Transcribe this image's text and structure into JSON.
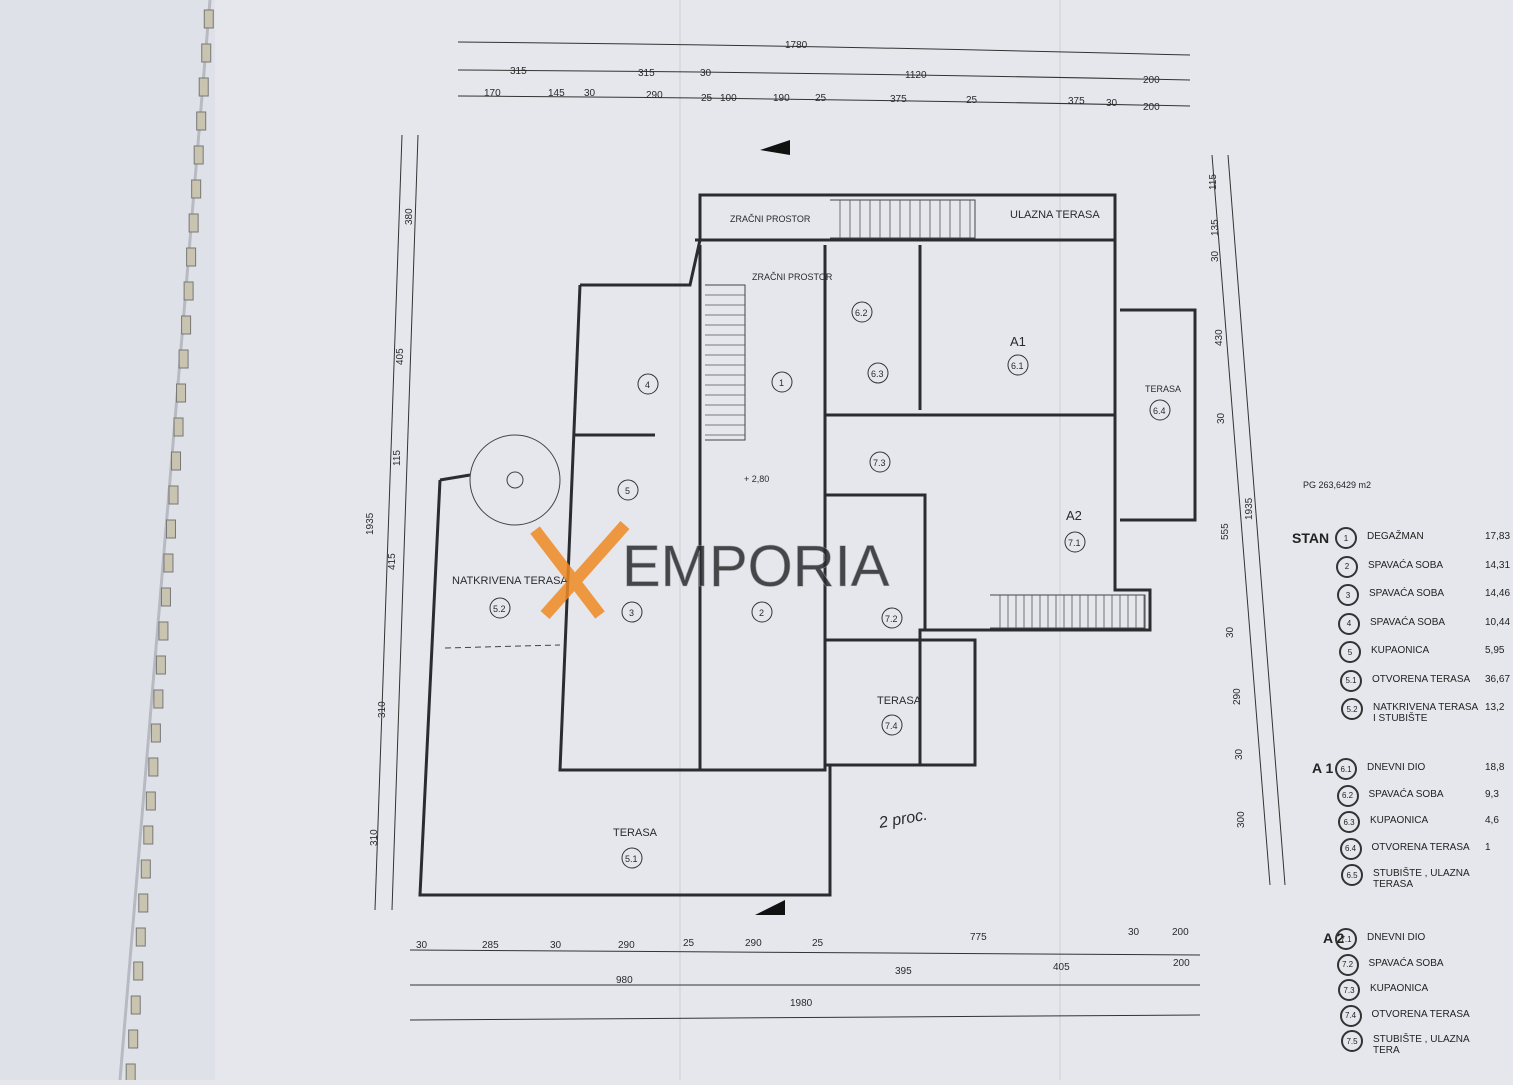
{
  "plan": {
    "dims_top": {
      "overall": "1780",
      "row2": [
        "315",
        "315",
        "30",
        "1120",
        "200"
      ],
      "row3": [
        "170",
        "145",
        "30",
        "290",
        "25",
        "100",
        "190",
        "25",
        "375",
        "25",
        "375",
        "30",
        "200"
      ]
    },
    "dims_bottom": {
      "row1": [
        "30",
        "285",
        "30",
        "290",
        "25",
        "290",
        "25",
        "775",
        "30",
        "200"
      ],
      "row2": [
        "980",
        "395",
        "405",
        "200"
      ],
      "overall": "1980"
    },
    "dims_left": [
      "380",
      "405",
      "115",
      "415",
      "310",
      "310",
      "1935"
    ],
    "dims_right": [
      "115",
      "135",
      "30",
      "430",
      "30",
      "555",
      "30",
      "290",
      "30",
      "300",
      "1935"
    ],
    "labels": {
      "air1": "ZRAČNI PROSTOR",
      "air2": "ZRAČNI PROSTOR",
      "entry": "ULAZNA TERASA",
      "a1": "A1",
      "a2": "A2",
      "terrace_a1": "TERASA",
      "covered": "NATKRIVENA TERASA",
      "terrace_main": "TERASA",
      "terrace_a2": "TERASA",
      "level": "+ 2,80",
      "pg": "PG 263,6429 m2",
      "hand": "2 proc."
    },
    "rooms": [
      "1",
      "2",
      "3",
      "4",
      "5",
      "5.1",
      "5.2",
      "6.1",
      "6.2",
      "6.3",
      "6.4",
      "7.1",
      "7.2",
      "7.3",
      "7.4"
    ]
  },
  "legend": {
    "stan": {
      "title": "STAN",
      "items": [
        {
          "no": "1",
          "name": "DEGAŽMAN",
          "area": "17,83"
        },
        {
          "no": "2",
          "name": "SPAVAĆA SOBA",
          "area": "14,31"
        },
        {
          "no": "3",
          "name": "SPAVAĆA SOBA",
          "area": "14,46"
        },
        {
          "no": "4",
          "name": "SPAVAĆA SOBA",
          "area": "10,44"
        },
        {
          "no": "5",
          "name": "KUPAONICA",
          "area": "5,95"
        },
        {
          "no": "5.1",
          "name": "OTVORENA TERASA",
          "area": "36,67"
        },
        {
          "no": "5.2",
          "name": "NATKRIVENA TERASA I STUBIŠTE",
          "area": "13,2"
        }
      ]
    },
    "a1": {
      "title": "A 1",
      "items": [
        {
          "no": "6.1",
          "name": "DNEVNI DIO",
          "area": "18,8"
        },
        {
          "no": "6.2",
          "name": "SPAVAĆA SOBA",
          "area": "9,3"
        },
        {
          "no": "6.3",
          "name": "KUPAONICA",
          "area": "4,6"
        },
        {
          "no": "6.4",
          "name": "OTVORENA TERASA",
          "area": "1"
        },
        {
          "no": "6.5",
          "name": "STUBIŠTE , ULAZNA TERASA",
          "area": ""
        }
      ]
    },
    "a2": {
      "title": "A 2",
      "items": [
        {
          "no": "7.1",
          "name": "DNEVNI DIO"
        },
        {
          "no": "7.2",
          "name": "SPAVAĆA SOBA"
        },
        {
          "no": "7.3",
          "name": "KUPAONICA"
        },
        {
          "no": "7.4",
          "name": "OTVORENA TERASA"
        },
        {
          "no": "7.5",
          "name": "STUBIŠTE , ULAZNA TERA"
        }
      ]
    }
  },
  "watermark": {
    "text": "EMPORIA",
    "accent": "#f08a24"
  }
}
